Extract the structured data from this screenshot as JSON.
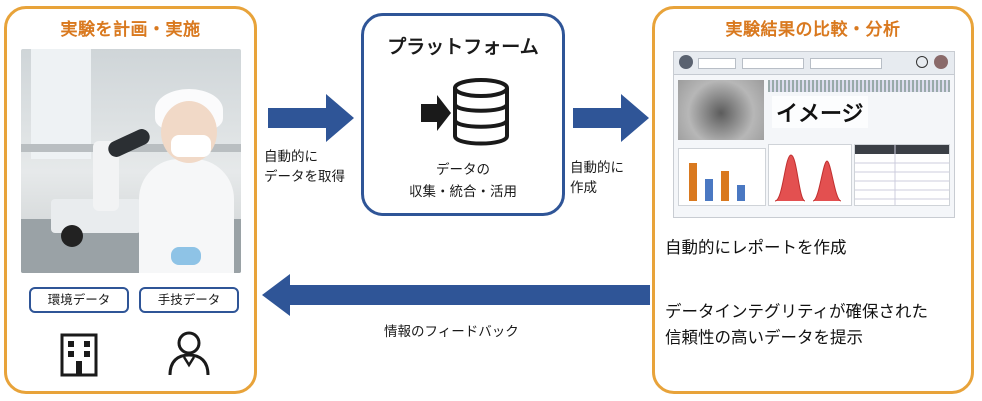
{
  "left_panel": {
    "title": "実験を計画・実施",
    "tags": [
      "環境データ",
      "手技データ"
    ],
    "icons": [
      "building-icon",
      "person-icon"
    ]
  },
  "arrows": {
    "left_to_center_label_line1": "自動的に",
    "left_to_center_label_line2": "データを取得",
    "center_to_right_label_line1": "自動的に",
    "center_to_right_label_line2": "作成",
    "feedback_label": "情報のフィードバック",
    "color": "#2f5597"
  },
  "platform": {
    "title": "プラットフォーム",
    "desc_line1": "データの",
    "desc_line2": "収集・統合・活用",
    "icon": "database-icon"
  },
  "right_panel": {
    "title": "実験結果の比較・分析",
    "image_label": "イメージ",
    "text_line1": "自動的にレポートを作成",
    "text_line2": "データインテグリティが確保された",
    "text_line3": "信頼性の高いデータを提示"
  },
  "colors": {
    "panel_border": "#e8a33a",
    "panel_title": "#d9791f",
    "accent_blue": "#2f5597"
  }
}
